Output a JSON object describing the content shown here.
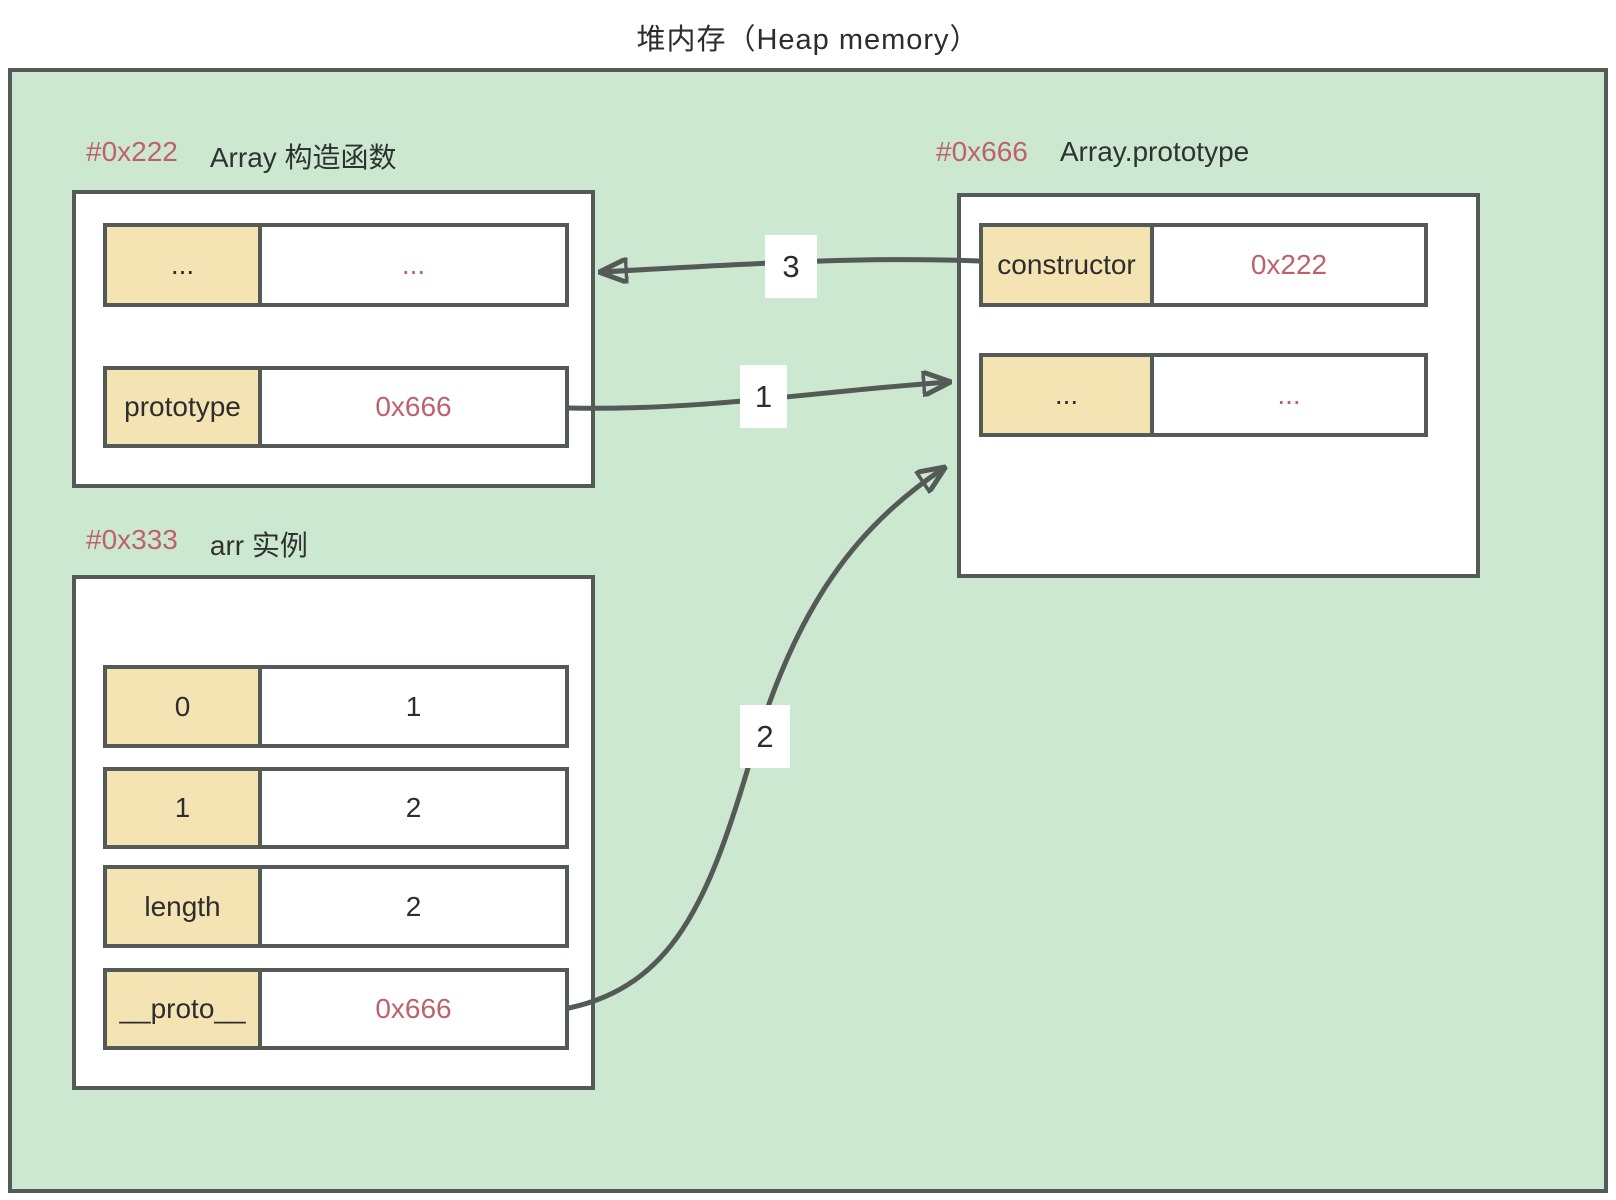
{
  "title": "堆内存（Heap memory）",
  "heap": {
    "boxes": [
      {
        "address": "#0x222",
        "name": "Array 构造函数",
        "rows": [
          {
            "key": "...",
            "value": "..."
          },
          {
            "key": "prototype",
            "value": "0x666"
          }
        ]
      },
      {
        "address": "#0x666",
        "name": "Array.prototype",
        "rows": [
          {
            "key": "constructor",
            "value": "0x222"
          },
          {
            "key": "...",
            "value": "..."
          }
        ]
      },
      {
        "address": "#0x333",
        "name": "arr 实例",
        "rows": [
          {
            "key": "0",
            "value": "1"
          },
          {
            "key": "1",
            "value": "2"
          },
          {
            "key": "length",
            "value": "2"
          },
          {
            "key": "__proto__",
            "value": "0x666"
          }
        ]
      }
    ],
    "arrows": [
      {
        "label": "1"
      },
      {
        "label": "2"
      },
      {
        "label": "3"
      }
    ],
    "colors": {
      "heap_background": "#cde8d0",
      "key_cell": "#f4e4b4",
      "stroke": "#545a56",
      "address_text": "#bd626c",
      "text": "#2d2d2d"
    }
  }
}
